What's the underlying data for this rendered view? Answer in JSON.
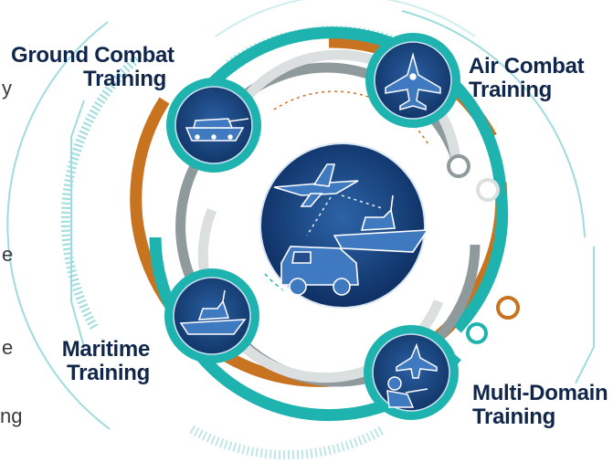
{
  "colors": {
    "navy": "#10264a",
    "teal": "#1fb3b0",
    "light_teal": "#9fdcdc",
    "orange": "#c8731f",
    "gray": "#8f9a9c",
    "light_gray": "#dcdfe0",
    "icon_blue": "#1f4f8f",
    "icon_deep": "#0e2f63"
  },
  "labels": {
    "ground_combat": [
      "Ground Combat",
      "Training"
    ],
    "air_combat": [
      "Air Combat",
      "Training"
    ],
    "maritime": [
      "Maritime",
      "Training"
    ],
    "multi_domain": [
      "Multi-Domain",
      "Training"
    ]
  },
  "left_fragments": [
    "y",
    "e",
    "e",
    "ng"
  ],
  "icons": {
    "center": "combined-forces-icon",
    "ground": "tank-icon",
    "air": "fighter-jet-icon",
    "maritime": "warship-icon",
    "multi_domain": "soldier-jet-icon"
  }
}
